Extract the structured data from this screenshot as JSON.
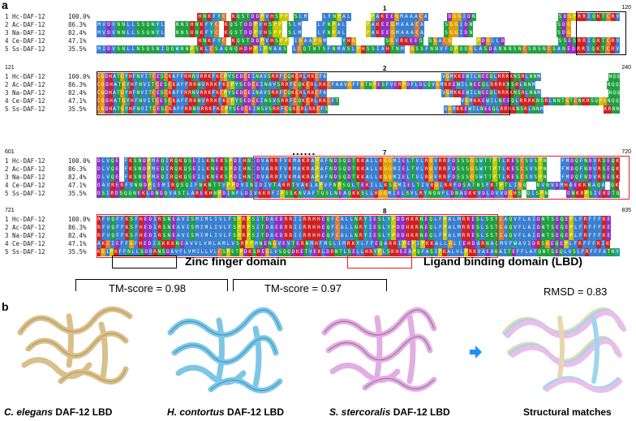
{
  "panel_a_label": "a",
  "panel_b_label": "b",
  "blocks": [
    {
      "start": "1",
      "end": "120",
      "marker": "1",
      "rows": [
        {
          "name": "1 Hc-DAF-12",
          "pct": "100.0%",
          "seq": "---------------------HNKFYC-KQSTDDPVHSPP-SLM---LFNPAL----PAKEEGMAAACA----DGGIDN-----------------SDGPRRIQKTCRV"
        },
        {
          "name": "2 Ac-DAF-12",
          "pct": "86.3%",
          "seq": "MVDVNNLLSSQNYL--NNSHNKFYC-KQSTDDPVHSPP-SLM---LFNPAL----PAKEEGMAAACA----SGGIDN-----------------SDG----------"
        },
        {
          "name": "3 Na-DAF-12",
          "pct": "82.4%",
          "seq": "MVDVNNLLSSQNYL--NNSHNKFYC-KQSTDDPVHSPP-SLM---LFNPAL----PAKEEGMAAACA----SGGIDN-----------------SDG----------"
        },
        {
          "name": "4 Ce-DAF-12",
          "pct": "47.1%",
          "seq": "---------------------HNKFYC-KQSTDDPVHSPP-IGAAPGM---YHG------SGVRKEES-SGACG-----PDGLLD-----------SSESRRIQKTCRV"
        },
        {
          "name": "5 Ss-DAF-12",
          "pct": "35.5%",
          "seq": "MIDVSNLLNSQSNIQQWNNPSKLCSAQNQHDHPIPNAAS-LCQTNTSFNMASLPHSSIAHTNM-GSSFNNVFQPQQGLASDANNNSNCSNSNCSANEDRRIQKTCRV"
        }
      ]
    },
    {
      "start": "121",
      "end": "240",
      "marker": "2",
      "rows": [
        {
          "name": "1 Hc-DAF-12",
          "pct": "100.0%",
          "seq": "CGDHATGYHFNVITCESCKAFFRRNVRRKFKCPYSEDCEINAVSRRFCQKCRLRKCFA-----------------------------VGMKKEWILNEEQLRRRKNSRLNNM-----------------NQQ"
        },
        {
          "name": "2 Ac-DAF-12",
          "pct": "86.3%",
          "seq": "CGDHATGYHFNVITCESCKAFFRRNVRRKFKCPYSEDCEINAVSRRFCQKCRLRKCFAAVGFFGTNPESFVERPDFLDLQVGMKKEWILNEEQLRRRKNSRLNNM-----------------NQQ"
        },
        {
          "name": "3 Na-DAF-12",
          "pct": "82.4%",
          "seq": "CGDHATGYHFNVITCESCKAFFRRNVRRKFKCPYSEDCEINAVSRRFCQKCRLRKCFA-----------------------------VGMKKEWILNEEQLRRRKNSRLNNM-----------------NQQ"
        },
        {
          "name": "4 Ce-DAF-12",
          "pct": "47.1%",
          "seq": "CGDHATGYHFNVITCESCKAFFRRNVRRKFKCPYSEDCEINSVSRRFCQKCRLRKCFT-----------------------------VGMKKEWILNEEQLRRRKNSRLNNTGTCNKRSQPGNQQ"
        },
        {
          "name": "5 Ss-DAF-12",
          "pct": "35.5%",
          "seq": "CGDHATGYHFNVITCESCKAFFRRNVRRKFKCPYSEDCEINSVSRRFCQKCRLRKCFS-----------------------------VGMKKEWILNEEQLRRRKNSRLNNM---------------KRNN"
        }
      ]
    },
    {
      "start": "601",
      "end": "720",
      "marker": "7",
      "rows": [
        {
          "name": "1 Hc-DAF-12",
          "pct": "100.0%",
          "seq": "DLVQE-FKSNDPMEQIRQKQSEILKNEKSPDIHNIDVARRFVKMAKRAPAFNDSQDTKKALLKGGMIELTVLRGVRRFDSSSGSWTTPTLKESCSVSPN---FMDQFNDVRSEQK"
        },
        {
          "name": "2 Ac-DAF-12",
          "pct": "86.3%",
          "seq": "DLVQE-FKSNDPMEQIRQKQSEILKNEKSPDIHNIDVARRFVKMAKRAPAFNDSQDTKKALLKGGMIELTVLRGVRRFDSSSGSWTTPTLKESCSVSPN---FMDQFNDVRSEQK"
        },
        {
          "name": "3 Na-DAF-12",
          "pct": "82.4%",
          "seq": "DLVQE-FKSNDPMEQIRQKQSEILKNEKSPDIHNIDVARRFVKMAKRAPAFNDSQDTKKALLKGGMIELTVLRGVRRFDSSSGSWTTPTLKESCSVSPN---FMDQFNDVRSEQK"
        },
        {
          "name": "4 Ce-DAF-12",
          "pct": "47.1%",
          "seq": "DAVRERFVNNDPLEMIRQSQIFNKNTTVPPDVINIDIVTARRTVAKLAPVFNPSQLTEKILLKSGMIELTIVRGLRRFDSATNSFKTPTLIGQ--NVNVDMHAEKKNAQA-QK"
        },
        {
          "name": "5 Ss-DAF-12",
          "pct": "35.5%",
          "seq": "DSIRDSQQNEKLDNDQVASTLAREKHNPDINFLDIVKKRFIPSSKNVAFTQSLNEAQKKSLLRGGMIELSVLRYNQNFLDNADKKVDLDVVDGHS-QISPN----DNKRPSIEKDTQ"
        }
      ]
    },
    {
      "start": "721",
      "end": "835",
      "marker": "8",
      "rows": [
        {
          "name": "1 Hc-DAF-12",
          "pct": "100.0%",
          "seq": "RFVQFFKSFHEDIRSNEAVISMIMLIVLFSPRPSITDAEDRRIIRRHHEQFCALLNRYIESLYPDDHKRNEQLFPALMRRESLSSTCAQVFLAIDNTSEQEPLFRFFFKE--"
        },
        {
          "name": "2 Ac-DAF-12",
          "pct": "86.3%",
          "seq": "RFVQFFKSFHEDIRSNEAVISMIMLIVLFSPRPSITDAEDRRIIRRHHEQFCALLNRYIESLYPDDHKRNEQLFPALMRRESLSSTCAQVFLAIDNTSEQEPLFRFFFKE--"
        },
        {
          "name": "3 Na-DAF-12",
          "pct": "82.4%",
          "seq": "RFVQFFKSFHEDIRSNEAVISMIMLIVLFSPRPSITDAEDRRIIRRHHEQFCALLNRYIESLYPDDHKRNEQLFPALMRRESLSSTCAQVFLAIDNTSEQEPLFRFFFKE--"
        },
        {
          "name": "4 Ce-DAF-12",
          "pct": "47.1%",
          "seq": "AKCIEFFGFHEDISKKKNEAVVLVMLAMLVSRPPMNENGVEVTERNMHFMSLIMRKYLFFEQARRIPEPIPKKALLGLIEHDARNAQMVFWAVIDRSGEQEPLFRFFFKIK--"
        },
        {
          "name": "5 Ss-DAF-12",
          "pct": "35.5%",
          "seq": "KGIPKFFNLLSDVRNSDAVFLVMILLVLCSPSTPDKSREGLVSQQDKETVEKLDRNTLSELLHRYPLSKHEEAPQFASIPKALVLPRKVAEANAITEFFLAFQNTSEQLVSLFRFFFATNY"
        }
      ]
    }
  ],
  "legend": {
    "zinc": "Zinc finger domain",
    "lbd": "Ligand binding domain (LBD)"
  },
  "ellipsis": "......",
  "scores": {
    "tm1": "TM-score = 0.98",
    "tm2": "TM-score =  0.97",
    "rmsd": "RMSD = 0.83"
  },
  "captions": {
    "ce_species": "C. elegans",
    "ce_rest": " DAF-12 LBD",
    "hc_species": "H. contortus",
    "hc_rest": " DAF-12 LBD",
    "ss_species": "S. stercoralis",
    "ss_rest": " DAF-12 LBD",
    "match": "Structural matches"
  },
  "colors": {
    "hydrophobic": "#3a7fd0",
    "positive": "#d02020",
    "negative": "#9030c0",
    "polar": "#20a040",
    "cysteine": "#e07a30",
    "glycine": "#e0a000",
    "proline": "#c8c800",
    "aromatic": "#20a0a0",
    "gap": "#ffffff",
    "zinc_box": "#000000",
    "lbd_box": "#e02020",
    "arrow": "#1e90ff",
    "ce_color": "#e6cfa0",
    "hc_color": "#8fd0ea",
    "ss_color": "#e6b4e6"
  }
}
